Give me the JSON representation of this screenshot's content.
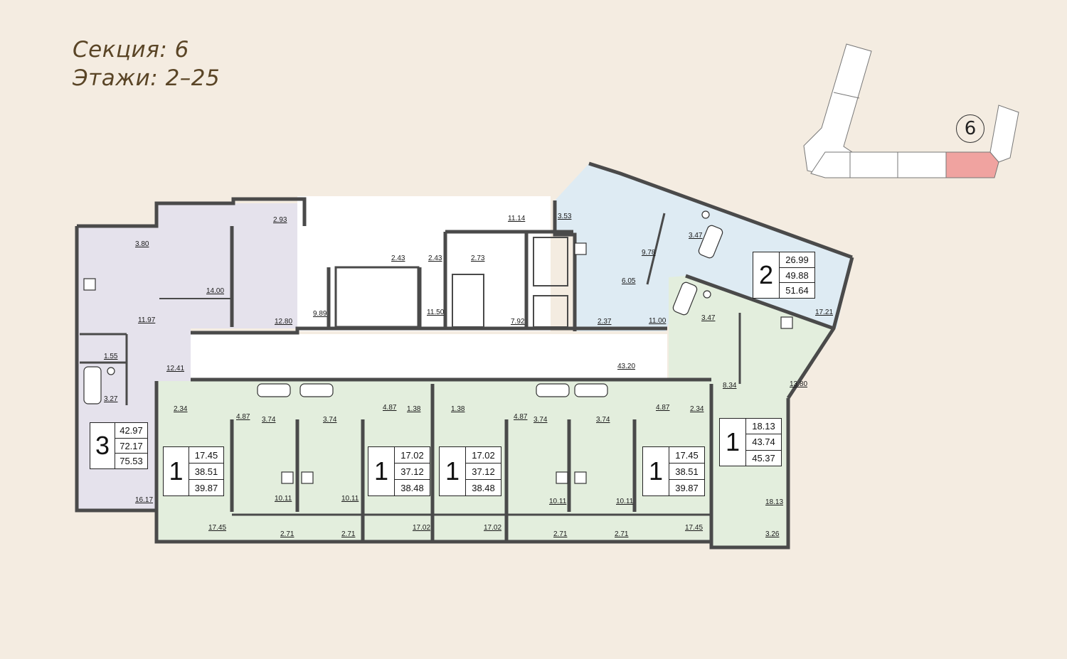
{
  "header": {
    "section": "Секция: 6",
    "floors": "Этажи: 2–25"
  },
  "key_plan": {
    "section_marker": "6",
    "highlight_color": "#f0a3a0"
  },
  "colors": {
    "one_room": "#e3eedd",
    "two_room": "#deebf3",
    "three_room": "#e5e2ec",
    "common": "#ffffff",
    "wall": "#4a4a4a",
    "background": "#f4ece1"
  },
  "units": [
    {
      "id": "u3",
      "rooms": "3",
      "values": [
        "42.97",
        "72.17",
        "75.53"
      ]
    },
    {
      "id": "u1a",
      "rooms": "1",
      "values": [
        "17.45",
        "38.51",
        "39.87"
      ]
    },
    {
      "id": "u1b",
      "rooms": "1",
      "values": [
        "17.02",
        "37.12",
        "38.48"
      ]
    },
    {
      "id": "u1c",
      "rooms": "1",
      "values": [
        "17.02",
        "37.12",
        "38.48"
      ]
    },
    {
      "id": "u1d",
      "rooms": "1",
      "values": [
        "17.45",
        "38.51",
        "39.87"
      ]
    },
    {
      "id": "u1e",
      "rooms": "1",
      "values": [
        "18.13",
        "43.74",
        "45.37"
      ]
    },
    {
      "id": "u2",
      "rooms": "2",
      "values": [
        "26.99",
        "49.88",
        "51.64"
      ]
    }
  ],
  "room_areas": [
    "3.80",
    "2.93",
    "14.00",
    "11.97",
    "12.80",
    "1.55",
    "3.27",
    "12.41",
    "16.17",
    "9.89",
    "2.43",
    "2.43",
    "2.73",
    "11.50",
    "11.14",
    "7.92",
    "3.53",
    "9.78",
    "6.05",
    "3.47",
    "2.37",
    "11.00",
    "17.21",
    "3.47",
    "8.34",
    "13.80",
    "43.20",
    "2.34",
    "4.87",
    "3.74",
    "3.74",
    "4.87",
    "1.38",
    "1.38",
    "4.87",
    "3.74",
    "3.74",
    "4.87",
    "2.34",
    "10.11",
    "10.11",
    "10.11",
    "10.11",
    "18.13",
    "17.45",
    "17.02",
    "17.02",
    "17.45",
    "3.26",
    "2.71",
    "2.71",
    "2.71",
    "2.71"
  ]
}
